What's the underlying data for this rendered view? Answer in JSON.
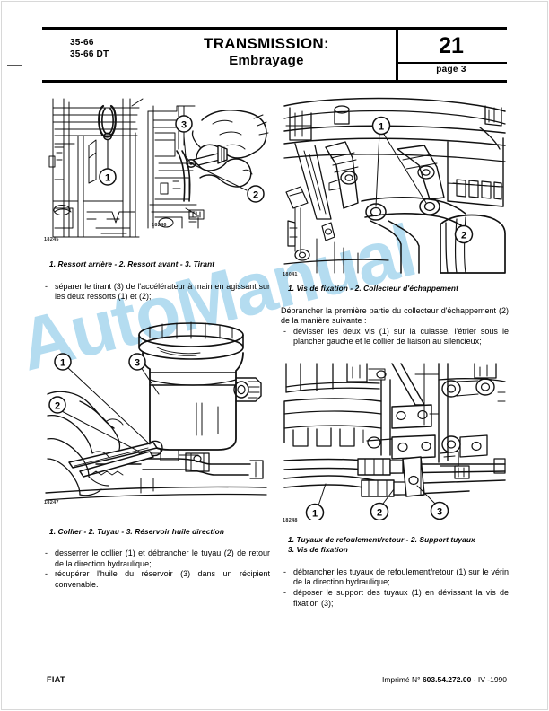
{
  "document": {
    "header": {
      "model_codes": [
        "35-66",
        "35-66 DT"
      ],
      "title_main": "TRANSMISSION:",
      "title_sub": "Embrayage",
      "chapter_number": "21",
      "page_label": "page 3"
    },
    "watermark": "AutoManual",
    "footer": {
      "brand": "FIAT",
      "print_prefix": "Imprimé N°",
      "print_number": "603.54.272.00",
      "print_suffix": "- IV -1990"
    }
  },
  "figures": {
    "fig_top_left_a": {
      "id": "18245",
      "callouts": [
        "1"
      ]
    },
    "fig_top_left_b": {
      "id": "18246",
      "callouts": [
        "3",
        "2"
      ]
    },
    "fig_top_right": {
      "id": "18041",
      "callouts": [
        "1",
        "2"
      ]
    },
    "fig_bottom_left": {
      "id": "18247",
      "callouts": [
        "1",
        "2",
        "3"
      ]
    },
    "fig_bottom_right": {
      "id": "18248",
      "callouts": [
        "1",
        "2",
        "3"
      ]
    }
  },
  "left_column": {
    "caption_1": "1.  Ressort arrière  -  2.  Ressort avant  -  3.  Tirant",
    "steps_1": [
      "séparer le tirant (3) de l'accélérateur à main en agissant sur les deux ressorts (1) et (2);"
    ],
    "caption_2": "1.  Collier - 2.  Tuyau - 3.  Réservoir  huile direction",
    "steps_2": [
      "desserrer le collier (1) et débrancher le tuyau (2) de retour de la direction hydraulique;",
      "récupérer l'huile du réservoir (3) dans un récipient convenable."
    ]
  },
  "right_column": {
    "caption_1": "1.  Vis de fixation   -   2.  Collecteur d'échappement",
    "para_1": "Débrancher la première partie du collecteur d'échappement (2) de la manière suivante :",
    "steps_1": [
      "dévisser les deux vis (1) sur la culasse, l'étrier sous le plancher gauche et le collier de liaison au silencieux;"
    ],
    "caption_2_line1": "1.  Tuyaux de refoulement/retour  -  2. Support tuyaux",
    "caption_2_line2": "3.  Vis de fixation",
    "steps_2": [
      "débrancher les tuyaux de refoulement/retour (1) sur le vérin de la direction hydraulique;",
      "déposer le support des tuyaux (1) en dévissant la vis de fixation (3);"
    ]
  }
}
